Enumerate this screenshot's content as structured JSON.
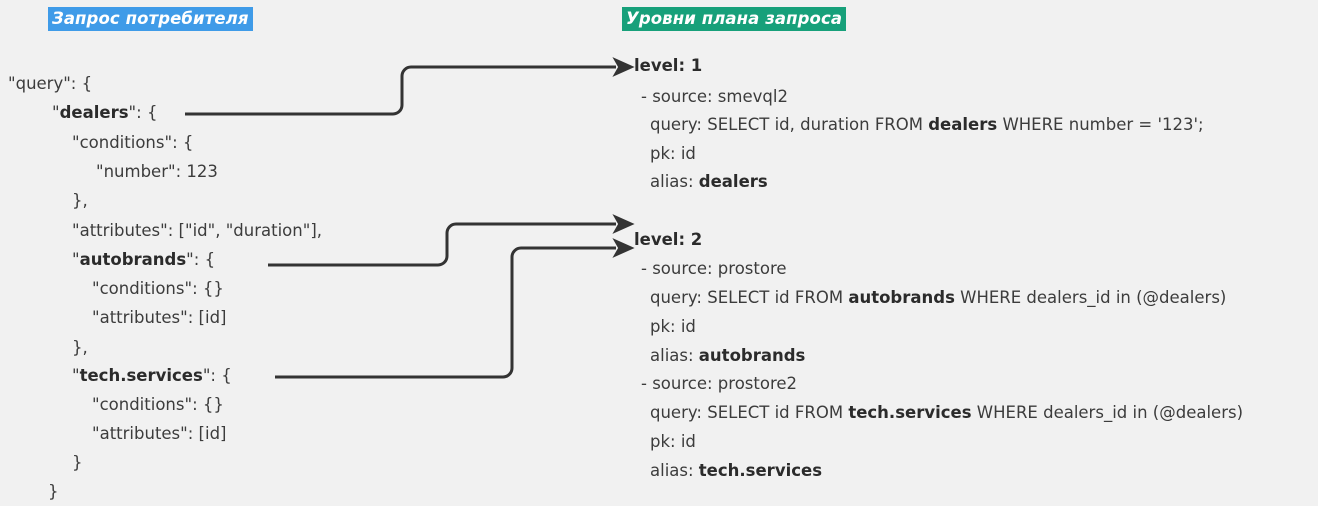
{
  "page": {
    "background": "#f1f1f1",
    "text_color": "#3c3c3c"
  },
  "headers": {
    "left": {
      "label": "Запрос потребителя",
      "bg": "#3f9be8",
      "fg": "#ffffff"
    },
    "right": {
      "label": "Уровни плана запроса",
      "bg": "#17a07a",
      "fg": "#ffffff"
    }
  },
  "consumer_query": {
    "lines": [
      {
        "indent": 0,
        "pre": "\"query\": {",
        "bold": "",
        "post": ""
      },
      {
        "indent": 1,
        "pre": "\"",
        "bold": "dealers",
        "post": "\": {"
      },
      {
        "indent": 2,
        "pre": "\"conditions\": {",
        "bold": "",
        "post": ""
      },
      {
        "indent": 3,
        "pre": "\"number\": 123",
        "bold": "",
        "post": ""
      },
      {
        "indent": 2,
        "pre": "},",
        "bold": "",
        "post": ""
      },
      {
        "indent": 2,
        "pre": "\"attributes\": [\"id\", \"duration\"],",
        "bold": "",
        "post": ""
      },
      {
        "indent": 2,
        "pre": "\"",
        "bold": "autobrands",
        "post": "\": {"
      },
      {
        "indent": 3,
        "pre": "\"conditions\": {}",
        "bold": "",
        "post": ""
      },
      {
        "indent": 3,
        "pre": "\"attributes\": [id]",
        "bold": "",
        "post": ""
      },
      {
        "indent": 2,
        "pre": "},",
        "bold": "",
        "post": ""
      },
      {
        "indent": 2,
        "pre": "\"",
        "bold": "tech.services",
        "post": "\": {"
      },
      {
        "indent": 3,
        "pre": "\"conditions\": {}",
        "bold": "",
        "post": ""
      },
      {
        "indent": 3,
        "pre": "\"attributes\": [id]",
        "bold": "",
        "post": ""
      },
      {
        "indent": 2,
        "pre": "}",
        "bold": "",
        "post": ""
      },
      {
        "indent": 1,
        "pre": "}",
        "bold": "",
        "post": ""
      }
    ]
  },
  "plan_levels": [
    {
      "title": "level: 1",
      "sources": [
        {
          "source_line": "- source: smevql2",
          "query_pre": "query: SELECT id, duration FROM ",
          "query_bold": "dealers",
          "query_post": " WHERE number = '123';",
          "pk_line": "pk: id",
          "alias_pre": "alias: ",
          "alias_bold": "dealers"
        }
      ]
    },
    {
      "title": "level: 2",
      "sources": [
        {
          "source_line": "- source: prostore",
          "query_pre": "query: SELECT id FROM ",
          "query_bold": "autobrands",
          "query_post": " WHERE dealers_id in (@dealers)",
          "pk_line": "pk: id",
          "alias_pre": "alias: ",
          "alias_bold": "autobrands"
        },
        {
          "source_line": "- source: prostore2",
          "query_pre": "query: SELECT id FROM ",
          "query_bold": "tech.services",
          "query_post": " WHERE dealers_id in (@dealers)",
          "pk_line": "pk: id",
          "alias_pre": "alias: ",
          "alias_bold": "tech.services"
        }
      ]
    }
  ],
  "connectors": [
    {
      "name": "dealers-to-level-1",
      "from": "dealers",
      "to": "level: 1",
      "color": "#333333"
    },
    {
      "name": "autobrands-to-level-2",
      "from": "autobrands",
      "to": "level: 2",
      "color": "#333333"
    },
    {
      "name": "techservices-to-level-2",
      "from": "tech.services",
      "to": "level: 2",
      "color": "#333333"
    }
  ]
}
